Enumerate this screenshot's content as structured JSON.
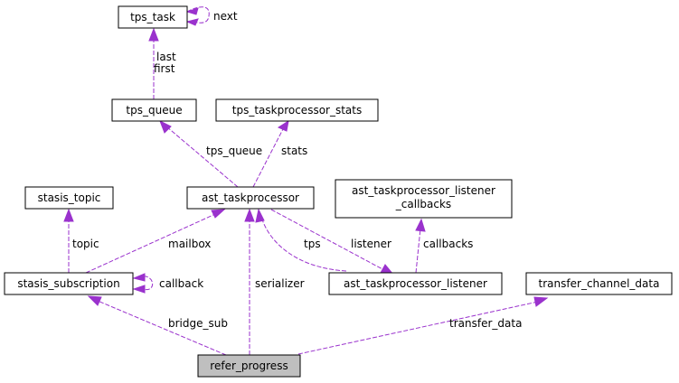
{
  "nodes": {
    "tps_task": "tps_task",
    "tps_queue": "tps_queue",
    "tps_taskprocessor_stats": "tps_taskprocessor_stats",
    "stasis_topic": "stasis_topic",
    "ast_taskprocessor": "ast_taskprocessor",
    "ast_taskprocessor_listener_callbacks_line1": "ast_taskprocessor_listener",
    "ast_taskprocessor_listener_callbacks_line2": "_callbacks",
    "stasis_subscription": "stasis_subscription",
    "ast_taskprocessor_listener": "ast_taskprocessor_listener",
    "transfer_channel_data": "transfer_channel_data",
    "refer_progress": "refer_progress"
  },
  "edge_labels": {
    "next": "next",
    "last": "last",
    "first": "first",
    "tps_queue": "tps_queue",
    "stats": "stats",
    "topic": "topic",
    "mailbox": "mailbox",
    "callbacks": "callbacks",
    "tps": "tps",
    "listener": "listener",
    "callback": "callback",
    "serializer": "serializer",
    "bridge_sub": "bridge_sub",
    "transfer_data": "transfer_data"
  },
  "colors": {
    "edge": "#9a32cd",
    "root_fill": "#bfbfbf",
    "node_fill": "#ffffff",
    "node_stroke": "#000000"
  }
}
